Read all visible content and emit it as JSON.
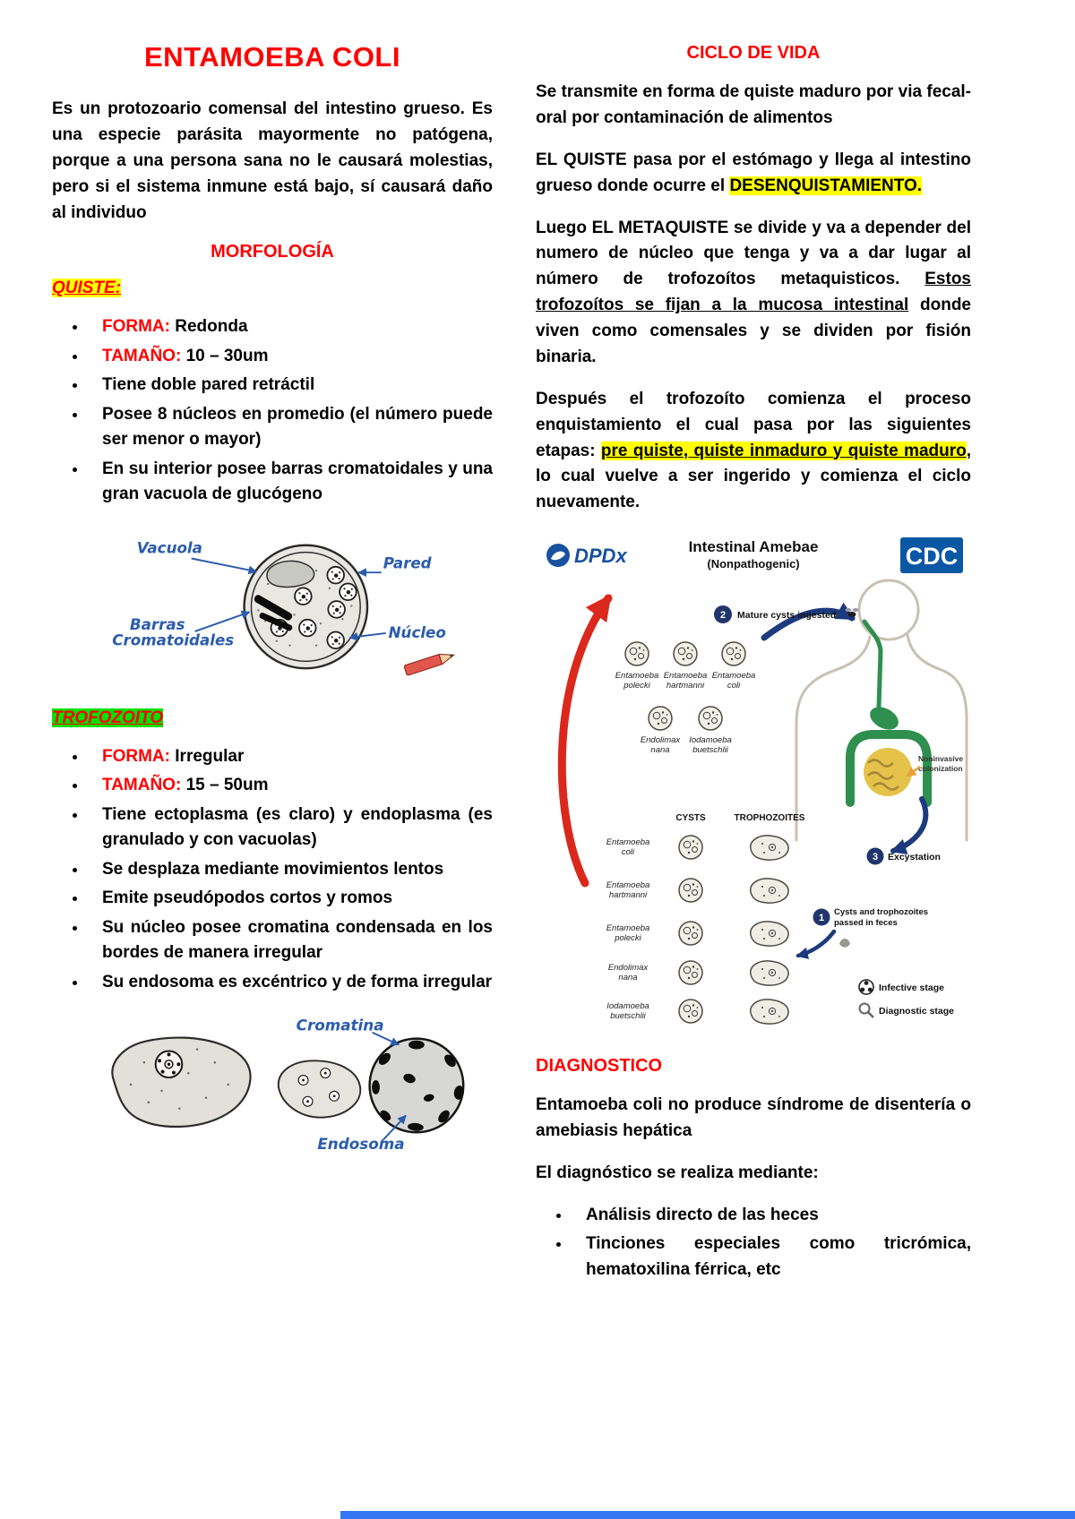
{
  "colors": {
    "heading_red": "#FF0000",
    "highlight_yellow": "#FFFF00",
    "highlight_green": "#00E100",
    "annotation_blue": "#2B5CAD",
    "cdc_blue": "#0A57A4",
    "cycle_arrow_red": "#DA291C",
    "cycle_arrow_navy": "#1D3A7E",
    "footer_bar_blue": "#3577F2"
  },
  "doc": {
    "left": {
      "title": "ENTAMOEBA COLI",
      "intro": "Es un protozoario comensal del intestino grueso. Es una especie parásita mayormente no patógena, porque a una persona sana no le causará molestias, pero si el sistema inmune está bajo, sí causará daño al individuo",
      "morfologia": "MORFOLOGÍA",
      "quiste": "QUISTE:",
      "quiste_bullets": [
        {
          "label": "FORMA: ",
          "text": "Redonda"
        },
        {
          "label": "TAMAÑO: ",
          "text": "10 – 30um"
        },
        {
          "label": "",
          "text": "Tiene doble pared retráctil"
        },
        {
          "label": "",
          "text": "Posee 8 núcleos en promedio (el número puede ser menor o mayor)"
        },
        {
          "label": "",
          "text": "En su interior posee barras cromatoidales y una gran vacuola de glucógeno"
        }
      ],
      "trofozoito": "TROFOZOITO",
      "trofozoito_bullets": [
        {
          "label": "FORMA: ",
          "text": "Irregular"
        },
        {
          "label": "TAMAÑO: ",
          "text": "15 – 50um"
        },
        {
          "label": "",
          "text": "Tiene ectoplasma (es claro) y endoplasma (es granulado y con vacuolas)"
        },
        {
          "label": "",
          "text": "Se desplaza mediante movimientos lentos"
        },
        {
          "label": "",
          "text": "Emite pseudópodos cortos y romos"
        },
        {
          "label": "",
          "text": "Su núcleo posee cromatina condensada en los bordes de manera irregular"
        },
        {
          "label": "",
          "text": "Su endosoma es excéntrico y de forma irregular"
        }
      ]
    },
    "figures": {
      "quiste": {
        "vacuola": "Vacuola",
        "pared": "Pared",
        "barras_line1": "Barras",
        "barras_line2": "Cromatoidales",
        "nucleo": "Núcleo"
      },
      "trofozoito": {
        "cromatina": "Cromatina",
        "endosoma": "Endosoma"
      }
    },
    "right": {
      "ciclo_title": "CICLO DE VIDA",
      "p1": "Se transmite en forma de quiste maduro por via fecal-oral por contaminación de alimentos",
      "p2_pre": "EL QUISTE pasa por el estómago y llega al intestino grueso donde ocurre el ",
      "p2_hl": "DESENQUISTAMIENTO.",
      "p3_pre": "Luego EL METAQUISTE se divide y va a depender del numero de núcleo que tenga y va a dar lugar al número de trofozoítos metaquisticos. ",
      "p3_underline": "Estos trofozoítos se fijan a la mucosa intestinal",
      "p3_post": " donde viven como comensales y se dividen por fisión binaria.",
      "p4_pre": "Después el trofozoíto comienza el proceso enquistamiento el cual pasa por las siguientes etapas: ",
      "p4_hl": "pre quiste, quiste inmaduro y quiste maduro",
      "p4_post": ", lo cual vuelve a ser ingerido y comienza el ciclo nuevamente.",
      "diagnostico_title": "DIAGNOSTICO",
      "d1": "Entamoeba coli no produce síndrome de disentería o amebiasis hepática",
      "d2": "El diagnóstico se realiza mediante:",
      "diag_bullets": [
        "Análisis directo de las heces",
        "Tinciones especiales como tricrómica, hematoxilina férrica, etc"
      ]
    },
    "cdc": {
      "dpdx_label": "DPDx",
      "title_line1": "Intestinal Amebae",
      "title_line2": "(Nonpathogenic)",
      "cdc_logo": "CDC",
      "steps": {
        "s1_num": "1",
        "s1_line1": "Cysts and trophozoites",
        "s1_line2": "passed in feces",
        "s2_num": "2",
        "s2_label": "Mature cysts ingested",
        "s3_num": "3",
        "s3_label": "Excystation"
      },
      "noninvasive_line1": "Noninvasive",
      "noninvasive_line2": "colonization",
      "col_cysts": "CYSTS",
      "col_troph": "TROPHOZOITES",
      "top_organisms": [
        [
          "Entamoeba",
          "polecki"
        ],
        [
          "Entamoeba",
          "hartmanni"
        ],
        [
          "Entamoeba",
          "coli"
        ],
        [
          "Endolimax",
          "nana"
        ],
        [
          "Iodamoeba",
          "buetschlii"
        ]
      ],
      "row_organisms": [
        [
          "Entamoeba",
          "coli"
        ],
        [
          "Entamoeba",
          "hartmanni"
        ],
        [
          "Entamoeba",
          "polecki"
        ],
        [
          "Endolimax",
          "nana"
        ],
        [
          "Iodamoeba",
          "buetschlii"
        ]
      ],
      "legend": {
        "infective": "Infective stage",
        "diagnostic": "Diagnostic stage"
      }
    }
  }
}
